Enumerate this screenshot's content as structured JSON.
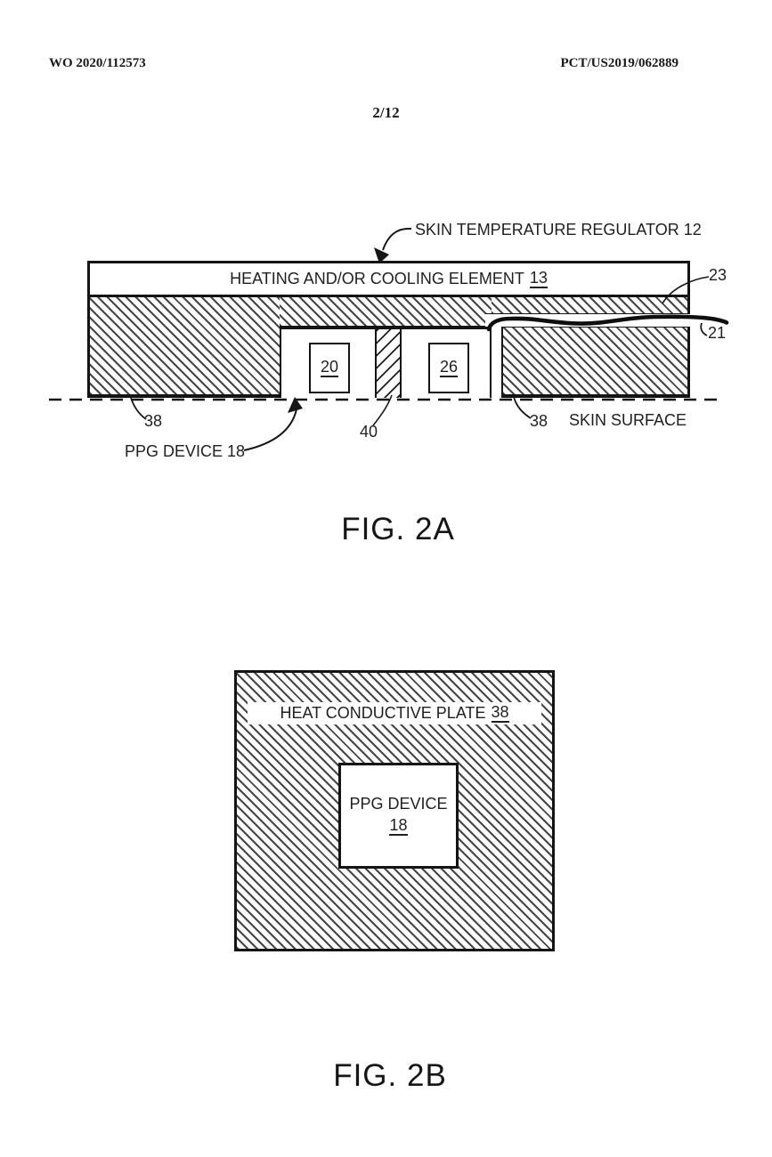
{
  "header": {
    "publication_number": "WO 2020/112573",
    "application_number": "PCT/US2019/062889",
    "page_indicator": "2/12"
  },
  "fig_2a": {
    "caption": "FIG. 2A",
    "regulator_label": "SKIN TEMPERATURE REGULATOR 12",
    "heating_element_label": "HEATING AND/OR COOLING ELEMENT",
    "heating_element_ref": "13",
    "ref_23": "23",
    "ref_21": "21",
    "box_20_ref": "20",
    "box_26_ref": "26",
    "ref_40": "40",
    "ref_38_left": "38",
    "ref_38_right": "38",
    "skin_surface_label": "SKIN SURFACE",
    "ppg_device_label": "PPG DEVICE 18"
  },
  "fig_2b": {
    "caption": "FIG. 2B",
    "plate_label": "HEAT CONDUCTIVE PLATE",
    "plate_ref": "38",
    "ppg_device_label": "PPG DEVICE",
    "ppg_device_ref": "18"
  },
  "colors": {
    "ink": "#1a1a1a",
    "hatch_stroke": "#3d3d3d",
    "paper": "#ffffff"
  }
}
